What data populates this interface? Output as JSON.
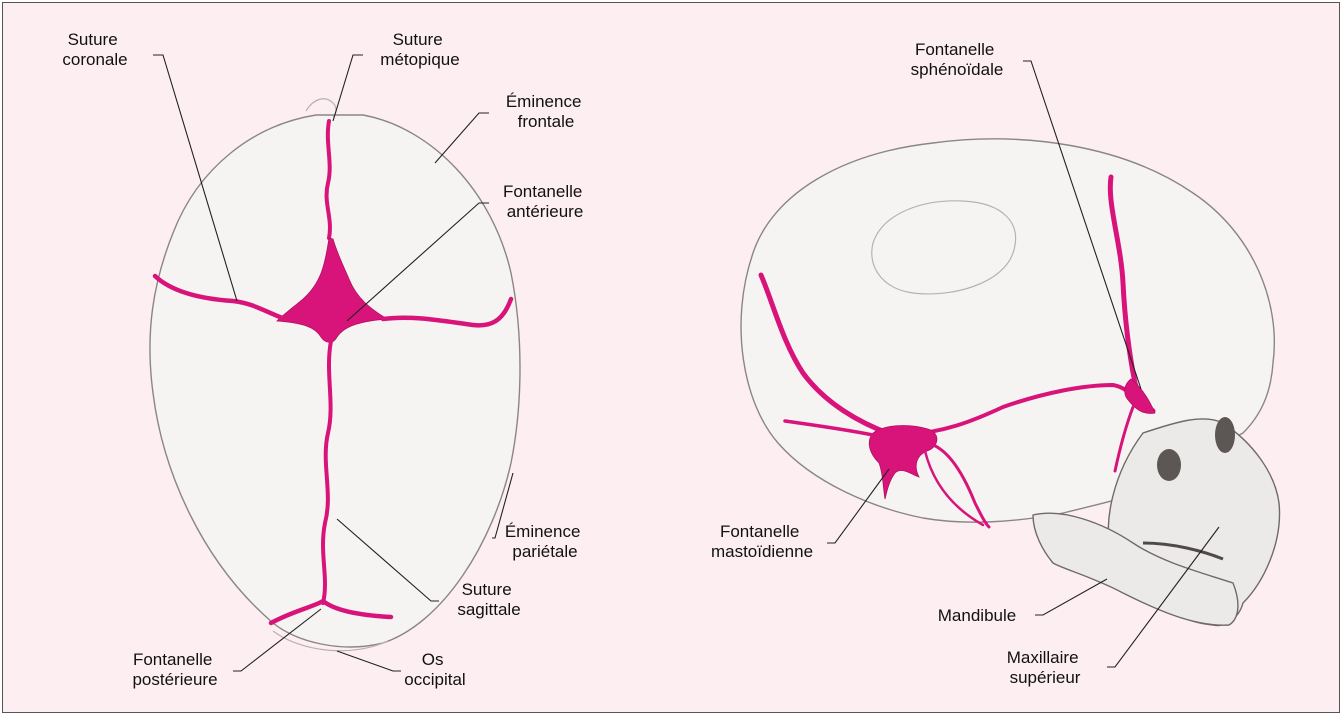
{
  "colors": {
    "suture": "#d8147a",
    "background": "#fdeff1",
    "bone": "#f6f4f3"
  },
  "top_view": {
    "labels": {
      "suture_coronale": [
        "Suture",
        "coronale"
      ],
      "suture_metopique": [
        "Suture",
        "métopique"
      ],
      "eminence_frontale": [
        "Éminence",
        "frontale"
      ],
      "fontanelle_anterieure": [
        "Fontanelle",
        "antérieure"
      ],
      "eminence_parietale": [
        "Éminence",
        "pariétale"
      ],
      "suture_sagittale": [
        "Suture",
        "sagittale"
      ],
      "fontanelle_posterieure": [
        "Fontanelle",
        "postérieure"
      ],
      "os_occipital": [
        "Os",
        "occipital"
      ]
    }
  },
  "side_view": {
    "labels": {
      "fontanelle_sphenoidale": [
        "Fontanelle",
        "sphénoïdale"
      ],
      "fontanelle_mastoidienne": [
        "Fontanelle",
        "mastoïdienne"
      ],
      "mandibule": [
        "Mandibule"
      ],
      "maxillaire_superieur": [
        "Maxillaire",
        "supérieur"
      ]
    }
  }
}
